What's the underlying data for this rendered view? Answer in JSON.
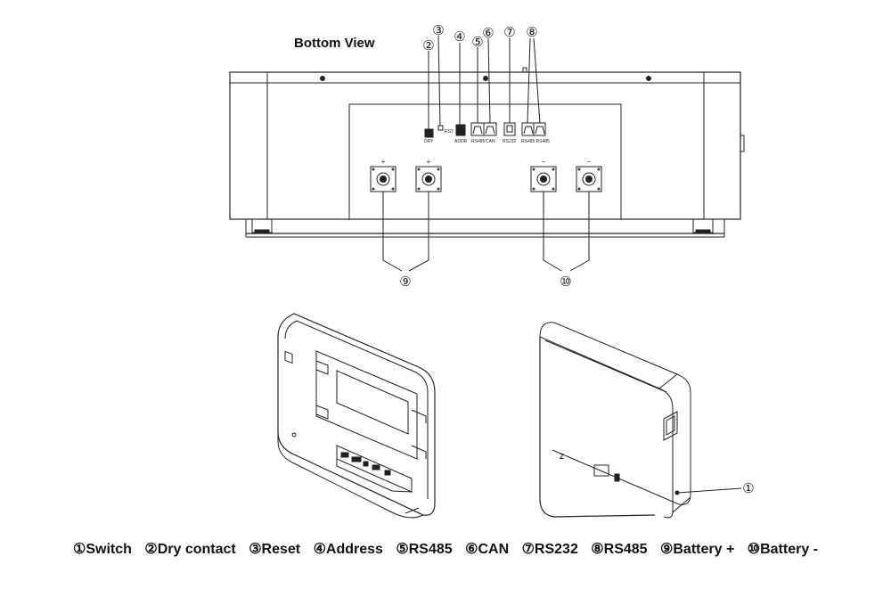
{
  "title": "Bottom View",
  "callouts": [
    {
      "num": "②",
      "port": "DRY"
    },
    {
      "num": "③",
      "port": "RST"
    },
    {
      "num": "④",
      "port": "ADDR"
    },
    {
      "num": "⑤",
      "port": "RS485"
    },
    {
      "num": "⑥",
      "port": "CAN"
    },
    {
      "num": "⑦",
      "port": "RS232"
    },
    {
      "num": "⑧",
      "port": "RS485  RS485"
    },
    {
      "num": "⑨",
      "port": ""
    },
    {
      "num": "⑩",
      "port": ""
    },
    {
      "num": "①",
      "port": ""
    }
  ],
  "terminal_signs": [
    "+",
    "+",
    "−",
    "−"
  ],
  "legend": [
    "①Switch",
    "②Dry contact",
    "③Reset",
    "④Address",
    "⑤RS485",
    "⑥CAN",
    "⑦RS232",
    "⑧RS485",
    "⑨Battery +",
    "⑩Battery -"
  ],
  "colors": {
    "line": "#222222",
    "background": "#ffffff"
  }
}
